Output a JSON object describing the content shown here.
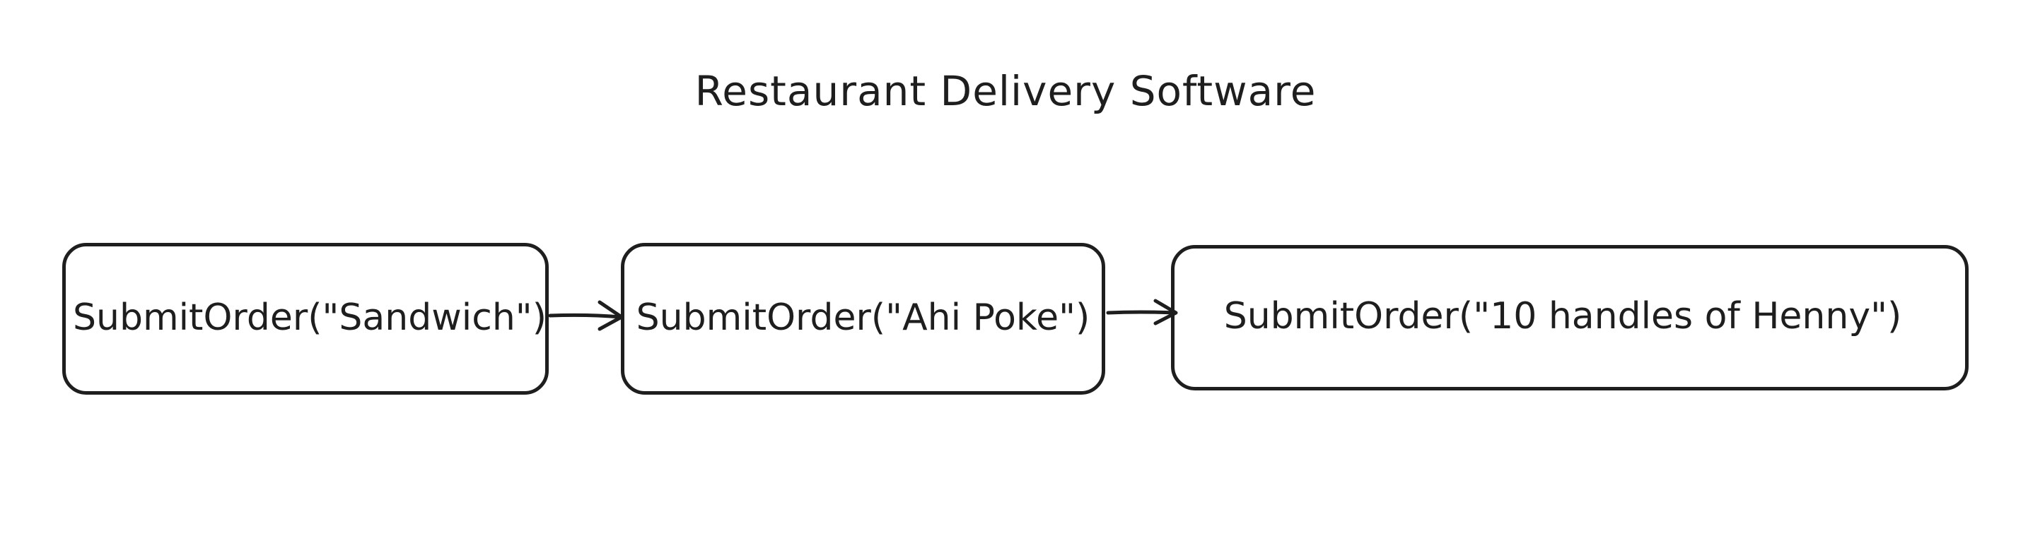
{
  "diagram": {
    "title": "Restaurant Delivery Software",
    "nodes": [
      {
        "id": "n1",
        "label": "SubmitOrder(\"Sandwich\")"
      },
      {
        "id": "n2",
        "label": "SubmitOrder(\"Ahi Poke\")"
      },
      {
        "id": "n3",
        "label": "SubmitOrder(\"10 handles of Henny\")"
      }
    ],
    "edges": [
      {
        "from": "n1",
        "to": "n2"
      },
      {
        "from": "n2",
        "to": "n3"
      }
    ],
    "colors": {
      "stroke": "#1e1e1e",
      "background": "#ffffff"
    }
  }
}
